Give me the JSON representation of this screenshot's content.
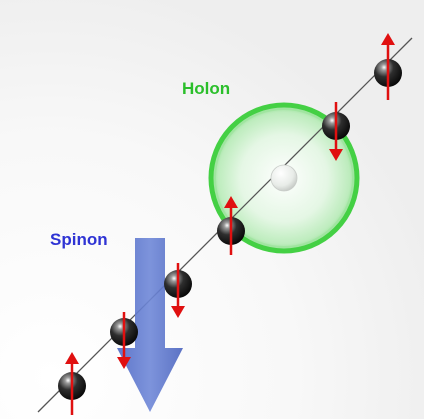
{
  "labels": {
    "holon": "Holon",
    "spinon": "Spinon"
  },
  "colors": {
    "holon": "#2bbf2b",
    "spinon": "#2f34d4",
    "spinon_arrow": "#5a73c8",
    "spin_arrow": "#e01010",
    "chain": "#555555"
  },
  "sites": [
    {
      "spin": "up"
    },
    {
      "spin": "down"
    },
    {
      "spin": "down"
    },
    {
      "spin": "up"
    },
    {
      "spin": "empty"
    },
    {
      "spin": "down"
    },
    {
      "spin": "up"
    }
  ]
}
